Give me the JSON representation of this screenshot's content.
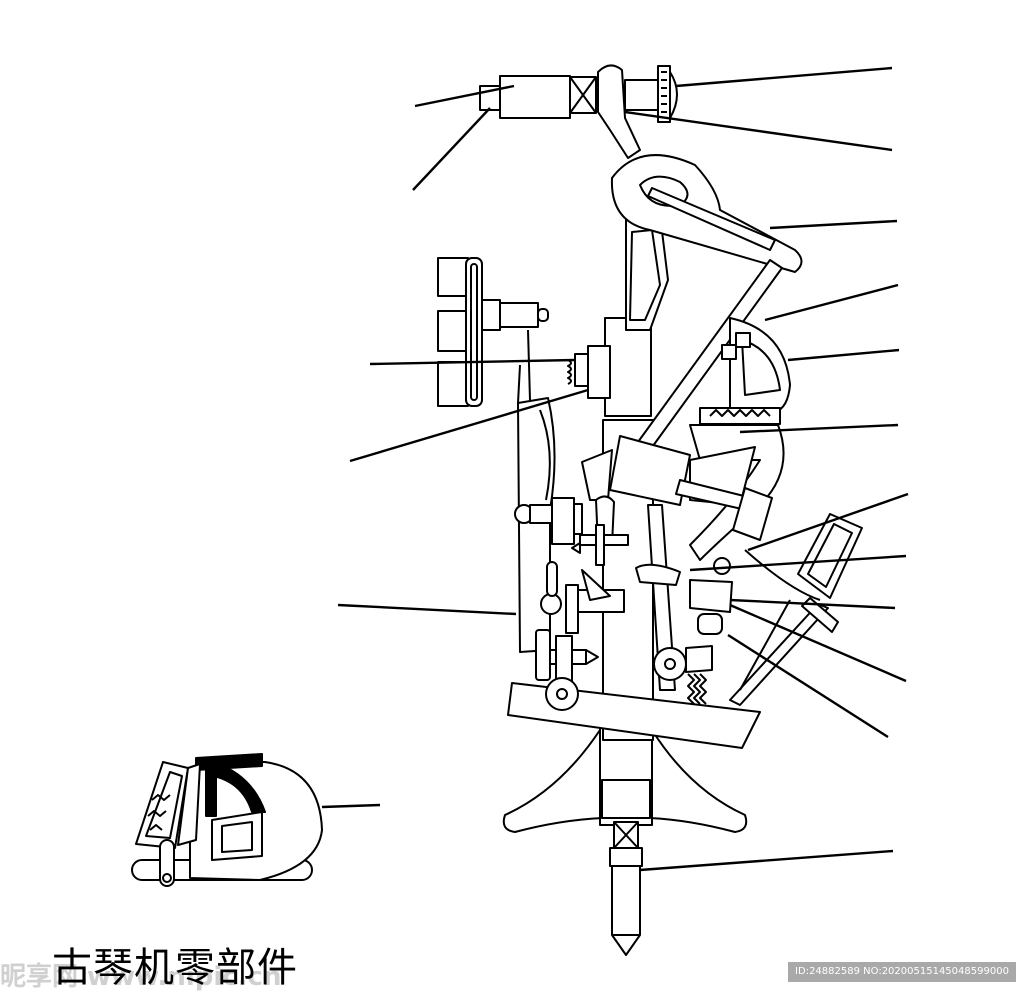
{
  "caption": "古琴机零部件",
  "watermark_site": "昵享网 www.nipic.cn",
  "watermark_id": "ID:24882589 NO:20200515145048599000",
  "stroke_color": "#000000",
  "fill_color": "#ffffff"
}
